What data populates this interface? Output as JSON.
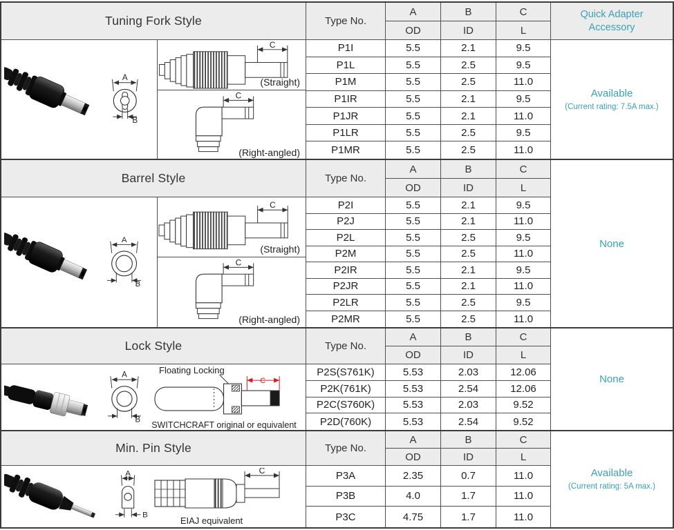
{
  "colors": {
    "accent": "#3aa1b7",
    "header_bg": "#ececec",
    "line": "#4f4f4f",
    "dim_red": "#c9221e"
  },
  "header": {
    "accessory": "Quick Adapter Accessory"
  },
  "columns": {
    "type_no": "Type No.",
    "a": "A",
    "b": "B",
    "c": "C",
    "od": "OD",
    "id": "ID",
    "l": "L"
  },
  "sections": [
    {
      "title": "Tuning Fork Style",
      "labels": {
        "straight": "(Straight)",
        "right_angled": "(Right-angled)",
        "dim_a": "A",
        "dim_b": "B",
        "dim_c": "C"
      },
      "accessory": {
        "line1": "Available",
        "line2": "(Current rating: 7.5A max.)"
      },
      "rows": [
        {
          "type": "P1I",
          "a": "5.5",
          "b": "2.1",
          "c": "9.5"
        },
        {
          "type": "P1L",
          "a": "5.5",
          "b": "2.5",
          "c": "9.5"
        },
        {
          "type": "P1M",
          "a": "5.5",
          "b": "2.5",
          "c": "11.0"
        },
        {
          "type": "P1IR",
          "a": "5.5",
          "b": "2.1",
          "c": "9.5"
        },
        {
          "type": "P1JR",
          "a": "5.5",
          "b": "2.1",
          "c": "11.0"
        },
        {
          "type": "P1LR",
          "a": "5.5",
          "b": "2.5",
          "c": "9.5"
        },
        {
          "type": "P1MR",
          "a": "5.5",
          "b": "2.5",
          "c": "11.0"
        }
      ]
    },
    {
      "title": "Barrel Style",
      "labels": {
        "straight": "(Straight)",
        "right_angled": "(Right-angled)",
        "dim_a": "A",
        "dim_b": "B",
        "dim_c": "C"
      },
      "accessory": {
        "line1": "None"
      },
      "rows": [
        {
          "type": "P2I",
          "a": "5.5",
          "b": "2.1",
          "c": "9.5"
        },
        {
          "type": "P2J",
          "a": "5.5",
          "b": "2.1",
          "c": "11.0"
        },
        {
          "type": "P2L",
          "a": "5.5",
          "b": "2.5",
          "c": "9.5"
        },
        {
          "type": "P2M",
          "a": "5.5",
          "b": "2.5",
          "c": "11.0"
        },
        {
          "type": "P2IR",
          "a": "5.5",
          "b": "2.1",
          "c": "9.5"
        },
        {
          "type": "P2JR",
          "a": "5.5",
          "b": "2.1",
          "c": "11.0"
        },
        {
          "type": "P2LR",
          "a": "5.5",
          "b": "2.5",
          "c": "9.5"
        },
        {
          "type": "P2MR",
          "a": "5.5",
          "b": "2.5",
          "c": "11.0"
        }
      ]
    },
    {
      "title": "Lock Style",
      "labels": {
        "floating": "Floating Locking",
        "caption": "SWITCHCRAFT original or equivalent",
        "dim_a": "A",
        "dim_b": "B",
        "dim_c": "C"
      },
      "accessory": {
        "line1": "None"
      },
      "rows": [
        {
          "type": "P2S(S761K)",
          "a": "5.53",
          "b": "2.03",
          "c": "12.06"
        },
        {
          "type": "P2K(761K)",
          "a": "5.53",
          "b": "2.54",
          "c": "12.06"
        },
        {
          "type": "P2C(S760K)",
          "a": "5.53",
          "b": "2.03",
          "c": "9.52"
        },
        {
          "type": "P2D(760K)",
          "a": "5.53",
          "b": "2.54",
          "c": "9.52"
        }
      ]
    },
    {
      "title": "Min. Pin Style",
      "labels": {
        "caption": "EIAJ equivalent",
        "dim_a": "A",
        "dim_b": "B",
        "dim_c": "C"
      },
      "accessory": {
        "line1": "Available",
        "line2": "(Current rating: 5A max.)"
      },
      "rows": [
        {
          "type": "P3A",
          "a": "2.35",
          "b": "0.7",
          "c": "11.0"
        },
        {
          "type": "P3B",
          "a": "4.0",
          "b": "1.7",
          "c": "11.0"
        },
        {
          "type": "P3C",
          "a": "4.75",
          "b": "1.7",
          "c": "11.0"
        }
      ]
    }
  ]
}
